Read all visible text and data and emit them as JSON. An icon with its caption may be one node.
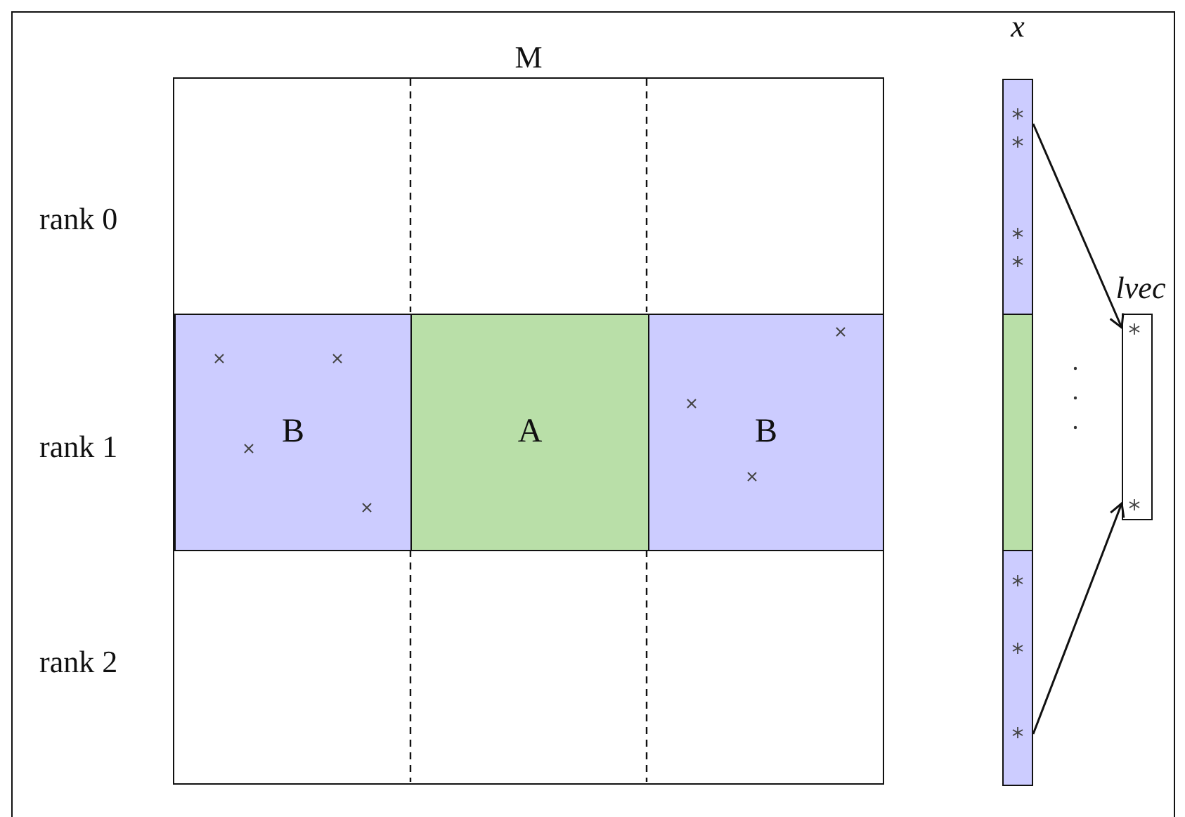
{
  "diagram": {
    "nodes": [
      {
        "text": [
          "M"
        ]
      },
      {
        "text": [
          "B"
        ],
        "in": 0
      },
      {
        "text": [
          "A"
        ],
        "in": 0
      },
      {
        "text": [
          "B"
        ],
        "in": 0
      },
      {
        "text": [
          "x"
        ]
      },
      {
        "text": [],
        "shape": "bar",
        "in": 4
      },
      {
        "text": [],
        "shape": "bar",
        "in": 4
      },
      {
        "text": [],
        "shape": "bar",
        "in": 4
      },
      {
        "text": [
          "lvec"
        ]
      }
    ],
    "edges": [
      {
        "from": 5,
        "to": 8,
        "arrow": "to"
      },
      {
        "from": 7,
        "to": 8,
        "arrow": "to"
      }
    ],
    "labels": [
      "rank 0",
      "rank 1",
      "rank 2"
    ]
  }
}
